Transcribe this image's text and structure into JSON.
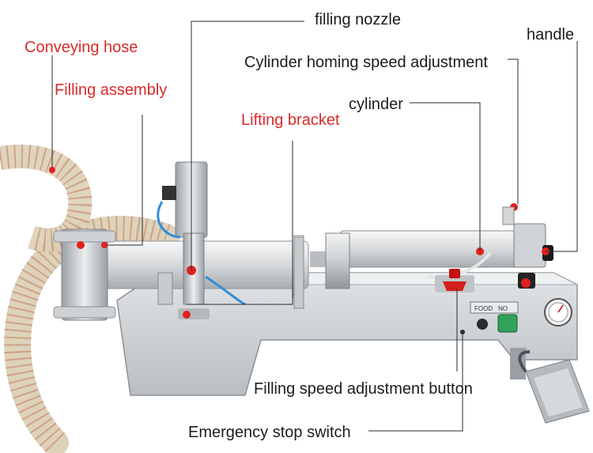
{
  "colors": {
    "label_red": "#d92b2b",
    "label_dark": "#1c1c1c",
    "leader_line": "#2a2a2a",
    "marker_red": "#e02020",
    "steel_light": "#dcdfe2",
    "steel_dark": "#9ea4aa",
    "hose_tint": "#d8c8a8"
  },
  "labels": {
    "conveying_hose": "Conveying hose",
    "filling_assembly": "Filling assembly",
    "filling_nozzle": "filling  nozzle",
    "handle": "handle",
    "cylinder_homing": "Cylinder homing speed adjustment",
    "cylinder": "cylinder",
    "lifting_bracket": "Lifting bracket",
    "filling_speed_button": "Filling speed adjustment button",
    "emergency_stop": "Emergency stop switch"
  },
  "panel_text": {
    "left_plate": "FOOD",
    "right_plate": "NO"
  }
}
